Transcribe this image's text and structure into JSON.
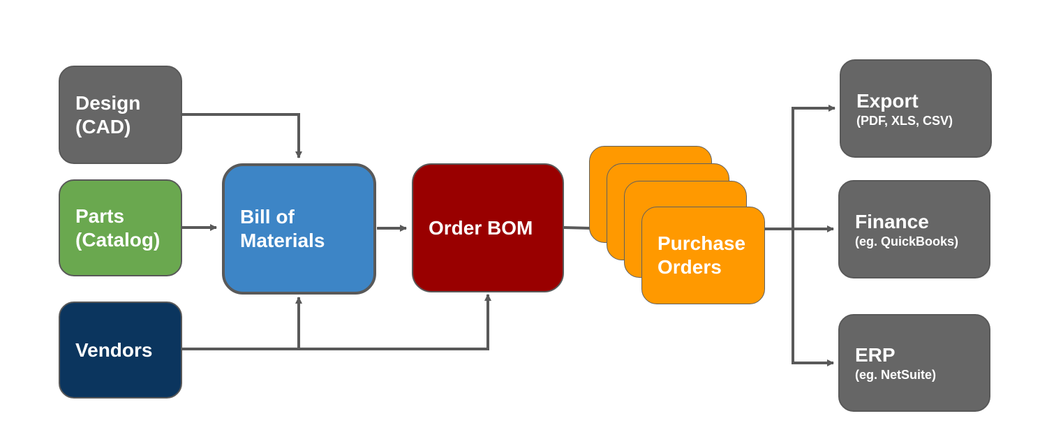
{
  "colors": {
    "gray": "#666666",
    "green": "#6aa84f",
    "navy": "#0b355e",
    "blue": "#3d85c6",
    "dark_red": "#990000",
    "orange": "#ff9900",
    "connector": "#595959"
  },
  "nodes": {
    "design": {
      "lines": [
        "Design",
        "(CAD)"
      ]
    },
    "parts": {
      "lines": [
        "Parts",
        "(Catalog)"
      ]
    },
    "vendors": {
      "lines": [
        "Vendors"
      ]
    },
    "bom": {
      "lines": [
        "Bill of",
        "Materials"
      ]
    },
    "order_bom": {
      "lines": [
        "Order BOM"
      ]
    },
    "purchase_orders": {
      "lines": [
        "Purchase",
        "Orders"
      ]
    },
    "export": {
      "title": "Export",
      "subtitle": "(PDF, XLS, CSV)"
    },
    "finance": {
      "title": "Finance",
      "subtitle": "(eg. QuickBooks)"
    },
    "erp": {
      "title": "ERP",
      "subtitle": "(eg. NetSuite)"
    }
  },
  "edges": [
    {
      "from": "design",
      "to": "bom"
    },
    {
      "from": "parts",
      "to": "bom"
    },
    {
      "from": "vendors",
      "to": "bom"
    },
    {
      "from": "vendors",
      "to": "order_bom"
    },
    {
      "from": "bom",
      "to": "order_bom"
    },
    {
      "from": "order_bom",
      "to": "purchase_orders"
    },
    {
      "from": "purchase_orders",
      "to": "export"
    },
    {
      "from": "purchase_orders",
      "to": "finance"
    },
    {
      "from": "purchase_orders",
      "to": "erp"
    }
  ]
}
